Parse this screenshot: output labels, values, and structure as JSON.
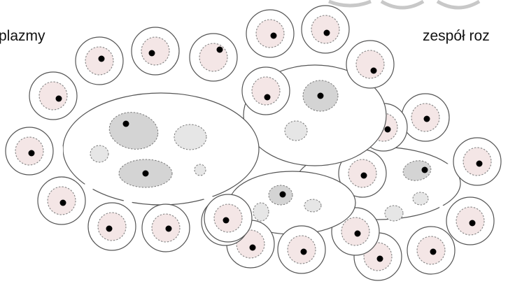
{
  "labels": {
    "left": "plazmy",
    "right": "zespół roz"
  },
  "colors": {
    "background": "#ffffff",
    "outline": "#555555",
    "cell_fill": "#ffffff",
    "nucleus_fill": "#f4e6e6",
    "nucleus_stroke": "#7a7a7a",
    "nucleolus": "#000000",
    "vacuole_fill": "#e6e6e6",
    "vacuole_dark_fill": "#d4d4d4",
    "vacuole_stroke": "#7a7a7a"
  },
  "icons": {
    "cell": "round-cell-with-nucleus",
    "residual_body": "multinucleate-cytoplasm-mass"
  }
}
